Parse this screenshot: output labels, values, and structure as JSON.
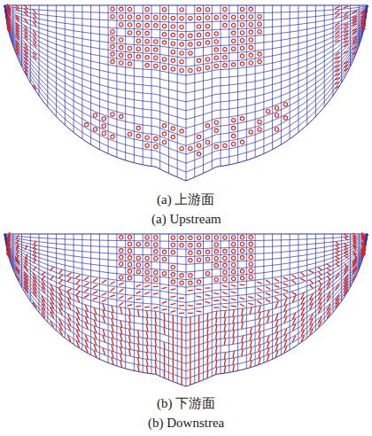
{
  "diagram": {
    "labels": [
      "(a) 上游面",
      "(a) Upstream",
      "(b) 下游面",
      "(b) Downstrea"
    ]
  }
}
